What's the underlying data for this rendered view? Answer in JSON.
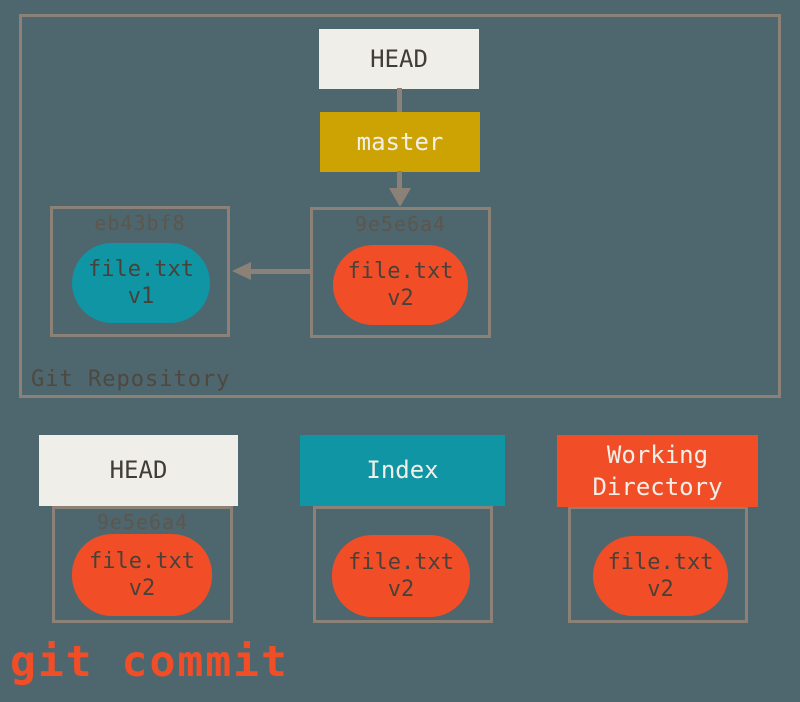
{
  "colors": {
    "background": "#4e666e",
    "panel_border": "#8b8177",
    "arrow": "#8b8177",
    "cream": "#efeee8",
    "gold": "#cda304",
    "teal": "#0f95a4",
    "red_orange": "#f14e28",
    "dark_text": "#403c37",
    "light_text": "#f2efe9",
    "hash_text": "#5d564d",
    "pill_text": "#494139",
    "repo_label_text": "#4f4840"
  },
  "repository": {
    "label": "Git Repository",
    "head_ref": "HEAD",
    "branch_ref": "master",
    "commits": [
      {
        "hash": "eb43bf8",
        "file": "file.txt",
        "version": "v1"
      },
      {
        "hash": "9e5e6a4",
        "file": "file.txt",
        "version": "v2"
      }
    ]
  },
  "areas": {
    "head": {
      "title": "HEAD",
      "hash": "9e5e6a4",
      "file": "file.txt",
      "version": "v2"
    },
    "index": {
      "title": "Index",
      "file": "file.txt",
      "version": "v2"
    },
    "working_directory": {
      "title": "Working Directory",
      "file": "file.txt",
      "version": "v2"
    }
  },
  "caption": "git commit"
}
